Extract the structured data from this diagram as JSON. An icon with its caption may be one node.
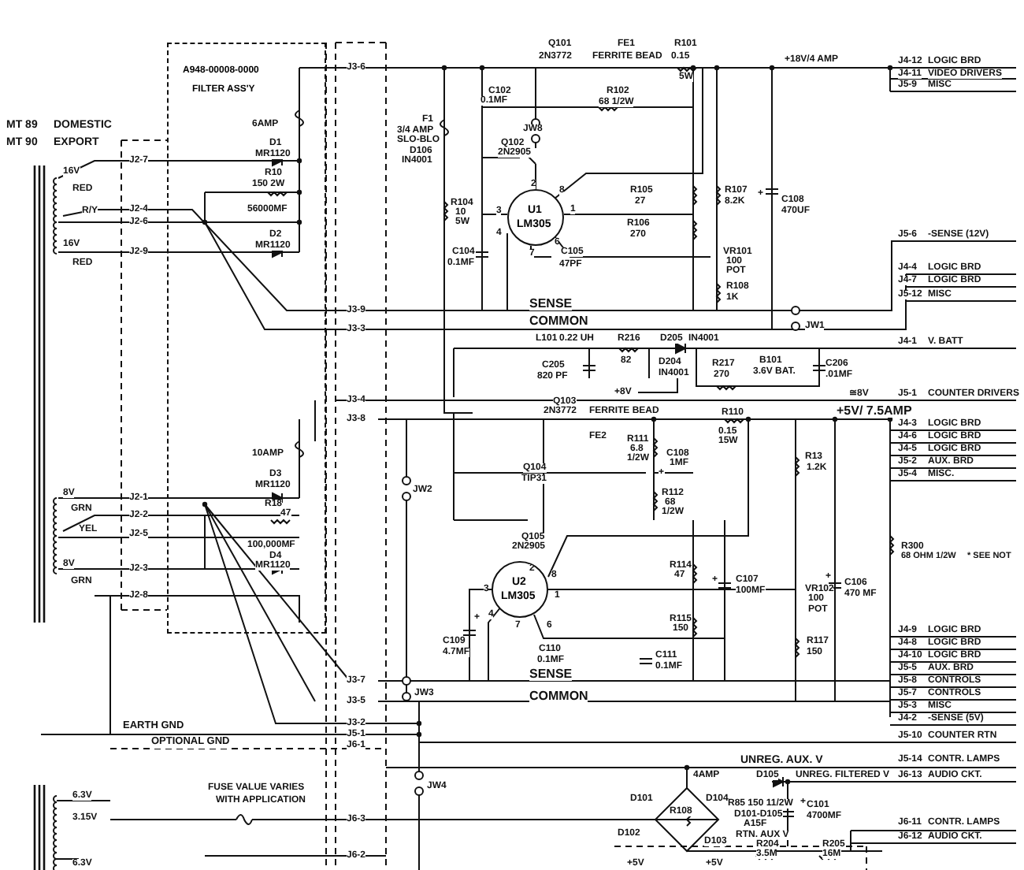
{
  "diagram": {
    "nodes": [
      {
        "text": [
          "A948-00008-0000",
          "FILTER ASS'Y"
        ]
      },
      {
        "text": [
          "U1",
          "LM305"
        ]
      },
      {
        "text": [
          "U2",
          "LM305"
        ]
      }
    ],
    "labels": [
      "MT 89",
      "DOMESTIC",
      "MT 90",
      "EXPORT",
      "6AMP",
      "D1",
      "MR1120",
      "R10",
      "150 2W",
      "56000MF",
      "D2",
      "MR1120",
      "16V",
      "RED",
      "R/Y",
      "16V",
      "RED",
      "J2-7",
      "J2-4",
      "J2-6",
      "J2-9",
      "J3-6",
      "J3-9",
      "J3-3",
      "F1",
      "3/4 AMP",
      "SLO-BLO",
      "D106",
      "IN4001",
      "R104",
      "10",
      "5W",
      "C104",
      "0.1MF",
      "Q101",
      "2N3772",
      "FE1",
      "FERRITE BEAD",
      "R101",
      "0.15",
      "5W",
      "+18V/4 AMP",
      "J4-12",
      "LOGIC BRD",
      "J4-11",
      "VIDEO DRIVERS",
      "J5-9",
      "MISC",
      "C102",
      "0.1MF",
      "R102",
      "68 1/2W",
      "JW8",
      "Q102",
      "2N2905",
      "2",
      "8",
      "3",
      "1",
      "4",
      "7",
      "6",
      "C105",
      "47PF",
      "R105",
      "27",
      "R106",
      "270",
      "R107",
      "8.2K",
      "VR101",
      "100",
      "POT",
      "R108",
      "1K",
      "+",
      "C108",
      "470UF",
      "SENSE",
      "COMMON",
      "JW1",
      "J5-6",
      "-SENSE (12V)",
      "J4-4",
      "LOGIC BRD",
      "J4-7",
      "LOGIC BRD",
      "J5-12",
      "MISC",
      "L101",
      "0.22 UH",
      "C205",
      "820 PF",
      "R216",
      "82",
      "D205",
      "IN4001",
      "D204",
      "IN4001",
      "+8V",
      "R217",
      "270",
      "B101",
      "3.6V BAT.",
      "C206",
      ".01MF",
      "J4-1",
      "V. BATT",
      "≅8V",
      "J5-1",
      "COUNTER DRIVERS",
      "Q103",
      "2N3772",
      "FERRITE BEAD",
      "FE2",
      "R110",
      "0.15",
      "15W",
      "+5V/ 7.5AMP",
      "J4-3",
      "LOGIC BRD",
      "J4-6",
      "LOGIC BRD",
      "J4-5",
      "LOGIC BRD",
      "J5-2",
      "AUX. BRD",
      "J5-4",
      "MISC.",
      "R111",
      "6.8",
      "1/2W",
      "C108",
      "1MF",
      "+",
      "Q104",
      "TIP31",
      "R112",
      "68",
      "1/2W",
      "Q105",
      "2N2905",
      "2",
      "8",
      "3",
      "1",
      "4",
      "7",
      "6",
      "R114",
      "47",
      "+",
      "C107",
      "100MF",
      "R115",
      "150",
      "VR102",
      "100",
      "POT",
      "R13",
      "1.2K",
      "R117",
      "150",
      "+",
      "C106",
      "470 MF",
      "R300",
      "68 OHM 1/2W",
      "* SEE NOT",
      "+",
      "C109",
      "4.7MF",
      "C110",
      "0.1MF",
      "C111",
      "0.1MF",
      "SENSE",
      "COMMON",
      "J4-9",
      "LOGIC BRD",
      "J4-8",
      "LOGIC BRD",
      "J4-10",
      "LOGIC BRD",
      "J5-5",
      "AUX. BRD",
      "J5-8",
      "CONTROLS",
      "J5-7",
      "CONTROLS",
      "J5-3",
      "MISC",
      "J4-2",
      "-SENSE (5V)",
      "JW2",
      "JW3",
      "J3-4",
      "J3-8",
      "8V",
      "GRN",
      "YEL",
      "8V",
      "GRN",
      "J2-1",
      "J2-2",
      "J2-5",
      "J2-3",
      "J2-8",
      "10AMP",
      "D3",
      "MR1120",
      "R18",
      "47",
      "100,000MF",
      "D4",
      "MR1120",
      "J3-7",
      "J3-5",
      "J3-2",
      "J5-1",
      "J6-1",
      "EARTH GND",
      "OPTIONAL GND",
      "FUSE VALUE VARIES",
      "JW4",
      "WITH APPLICATION",
      "6.3V",
      "3.15V",
      "6.3V",
      "J6-3",
      "J6-2",
      "J5-10",
      "COUNTER RTN",
      "UNREG. AUX. V",
      "J5-14",
      "CONTR. LAMPS",
      "4AMP",
      "D105",
      "UNREG. FILTERED V",
      "J6-13",
      "AUDIO CKT.",
      "D101",
      "D104",
      "R108",
      "D102",
      "D103",
      "R85 150 11/2W",
      "D101-D105",
      "A15F",
      "RTN. AUX V",
      "+",
      "C101",
      "4700MF",
      "J6-11",
      "CONTR. LAMPS",
      "J6-12",
      "AUDIO CKT.",
      "+5V",
      "+5V",
      "R204",
      "3.5M",
      "R205",
      "16M"
    ]
  }
}
